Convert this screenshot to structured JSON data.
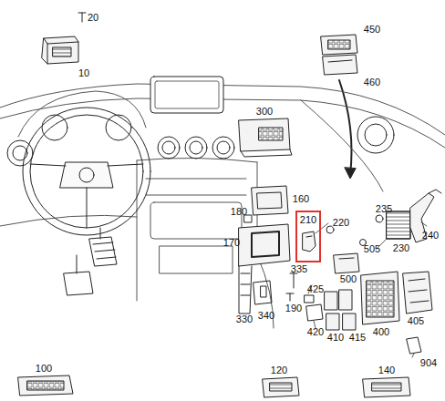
{
  "diagram": {
    "nodes": [
      {
        "text": [
          "210"
        ]
      }
    ],
    "labels": [
      "20",
      "10",
      "450",
      "460",
      "300",
      "160",
      "180",
      "240",
      "235",
      "170",
      "220",
      "230",
      "505",
      "500",
      "335",
      "425",
      "330",
      "340",
      "190",
      "420",
      "410",
      "415",
      "400",
      "405",
      "904",
      "100",
      "120",
      "140"
    ]
  }
}
